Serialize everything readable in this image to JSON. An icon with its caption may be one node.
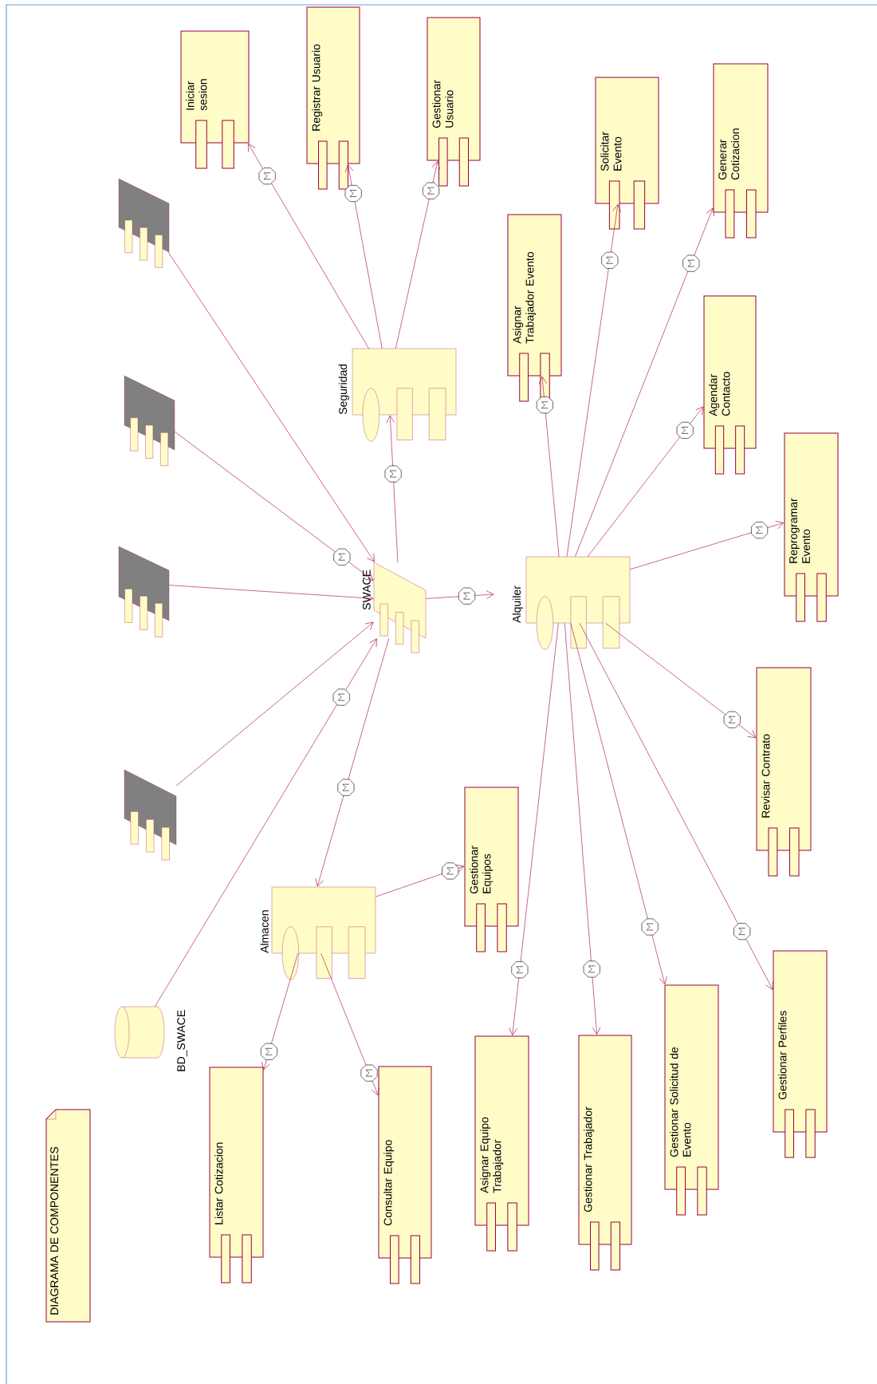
{
  "diagram": {
    "nodes": [
      {
        "text": [
          "Iniciar sesion"
        ]
      },
      {
        "text": [
          "Registrar Usuario"
        ]
      },
      {
        "text": [
          "Gestionar Usuario"
        ]
      },
      {
        "text": [
          "Solicitar Evento"
        ]
      },
      {
        "text": [
          "Generar Cotizacion"
        ]
      },
      {
        "text": [],
        "shape": "parallelogram"
      },
      {
        "text": [
          "Asignar Trabajador Evento"
        ]
      },
      {
        "text": [
          "Agendar Contacto"
        ]
      },
      {
        "text": [
          "Seguridad"
        ]
      },
      {
        "text": [],
        "shape": "parallelogram"
      },
      {
        "text": [
          "Reprogramar Evento"
        ]
      },
      {
        "text": [],
        "shape": "parallelogram"
      },
      {
        "text": [
          "SWACE"
        ]
      },
      {
        "text": [
          "Alquiler"
        ]
      },
      {
        "text": [
          "Revisar Contrato"
        ]
      },
      {
        "text": [],
        "shape": "parallelogram"
      },
      {
        "text": [
          "Gestionar Equipos"
        ]
      },
      {
        "text": [
          "Almacen"
        ]
      },
      {
        "text": [
          "Gestionar Perfiles"
        ]
      },
      {
        "text": [
          "Gestionar Solicitud de Evento"
        ]
      },
      {
        "text": [
          "BD_SWACE"
        ]
      },
      {
        "text": [
          "Gestionar Trabajador"
        ]
      },
      {
        "text": [
          "Asignar Equipo Trabajador"
        ]
      },
      {
        "text": [
          "Listar Cotizacion"
        ]
      },
      {
        "text": [
          "Consultar Equipo"
        ]
      },
      {
        "text": [
          "DIAGRAMA DE COMPONENTES"
        ]
      }
    ],
    "edges": [
      {
        "from": 5,
        "to": 12,
        "arrow": "to"
      },
      {
        "from": 9,
        "to": 12,
        "arrow": "to"
      },
      {
        "from": 11,
        "to": 12,
        "arrow": "to"
      },
      {
        "from": 15,
        "to": 12,
        "arrow": "to"
      },
      {
        "from": 20,
        "to": 12,
        "arrow": "to"
      },
      {
        "from": 12,
        "to": 8,
        "arrow": "to"
      },
      {
        "from": 12,
        "to": 13,
        "arrow": "to"
      },
      {
        "from": 12,
        "to": 17,
        "arrow": "to"
      },
      {
        "from": 8,
        "to": 0,
        "arrow": "to"
      },
      {
        "from": 8,
        "to": 1,
        "arrow": "to"
      },
      {
        "from": 8,
        "to": 2,
        "arrow": "to"
      },
      {
        "from": 13,
        "to": 6,
        "arrow": "to"
      },
      {
        "from": 13,
        "to": 3,
        "arrow": "to"
      },
      {
        "from": 13,
        "to": 4,
        "arrow": "to"
      },
      {
        "from": 13,
        "to": 7,
        "arrow": "to"
      },
      {
        "from": 13,
        "to": 10,
        "arrow": "to"
      },
      {
        "from": 13,
        "to": 14,
        "arrow": "to"
      },
      {
        "from": 13,
        "to": 22,
        "arrow": "to"
      },
      {
        "from": 13,
        "to": 21,
        "arrow": "to"
      },
      {
        "from": 13,
        "to": 19,
        "arrow": "to"
      },
      {
        "from": 13,
        "to": 18,
        "arrow": "to"
      },
      {
        "from": 17,
        "to": 16,
        "arrow": "to"
      },
      {
        "from": 17,
        "to": 23,
        "arrow": "to"
      },
      {
        "from": 17,
        "to": 24,
        "arrow": "to"
      }
    ]
  }
}
